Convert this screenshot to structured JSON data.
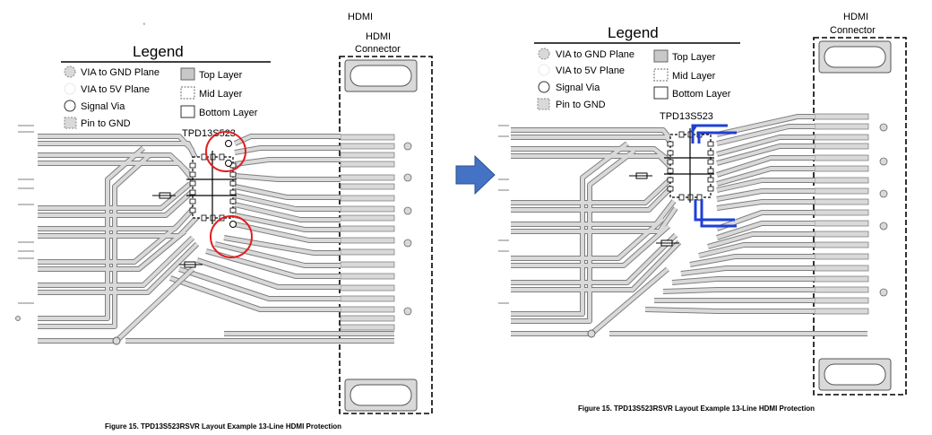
{
  "left": {
    "legend_title": "Legend",
    "legend_items": [
      "VIA to GND Plane",
      "VIA to 5V Plane",
      "Signal Via",
      "Pin to GND"
    ],
    "layer_items": [
      "Top Layer",
      "Mid Layer",
      "Bottom Layer"
    ],
    "chip_label": "TPD13S523",
    "connector_title_1": "HDMI",
    "connector_title_2": "HDMI",
    "connector_title_3": "Connector",
    "caption": "Figure 15.  TPD13S523RSVR Layout Example 13-Line HDMI Protection"
  },
  "right": {
    "legend_title": "Legend",
    "legend_items": [
      "VIA to GND Plane",
      "VIA to 5V Plane",
      "Signal Via",
      "Pin to GND"
    ],
    "layer_items": [
      "Top Layer",
      "Mid Layer",
      "Bottom Layer"
    ],
    "chip_label": "TPD13S523",
    "connector_title_1": "HDMI",
    "connector_title_2": "Connector",
    "caption": "Figure 15.  TPD13S523RSVR Layout Example 13-Line HDMI Protection"
  },
  "colors": {
    "trace_fill": "#d9d9d9",
    "trace_stroke": "#7f7f7f",
    "highlight_circle": "#e02020",
    "highlight_trace": "#1f3fd6",
    "arrow": "#4472c4"
  }
}
